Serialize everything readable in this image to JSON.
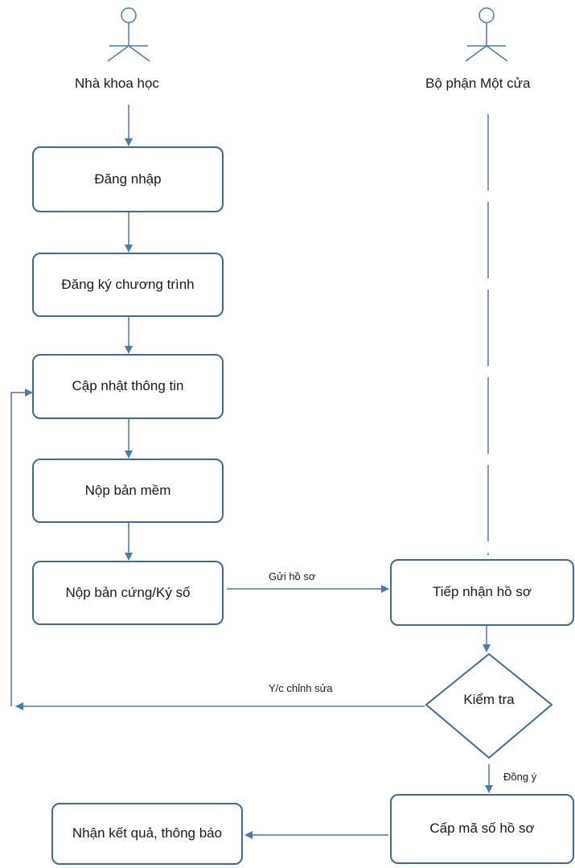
{
  "actors": {
    "scientist": "Nhà khoa học",
    "office": "Bộ phận Một cửa"
  },
  "steps": {
    "login": "Đăng nhập",
    "register": "Đăng ký chương trình",
    "update": "Cập nhật thông tin",
    "soft_copy": "Nộp bản mềm",
    "hard_copy": "Nộp bản cứng/Ký số",
    "receive": "Tiếp nhận hồ sơ",
    "check": "Kiểm tra",
    "assign_code": "Cấp mã số hồ sơ",
    "result": "Nhận kết quả, thông báo"
  },
  "edges": {
    "send": "Gửi hồ sơ",
    "revise": "Y/c chỉnh sửa",
    "agree": "Đồng ý"
  },
  "colors": {
    "line": "#4a7ab5",
    "border": "#3d6a99"
  }
}
